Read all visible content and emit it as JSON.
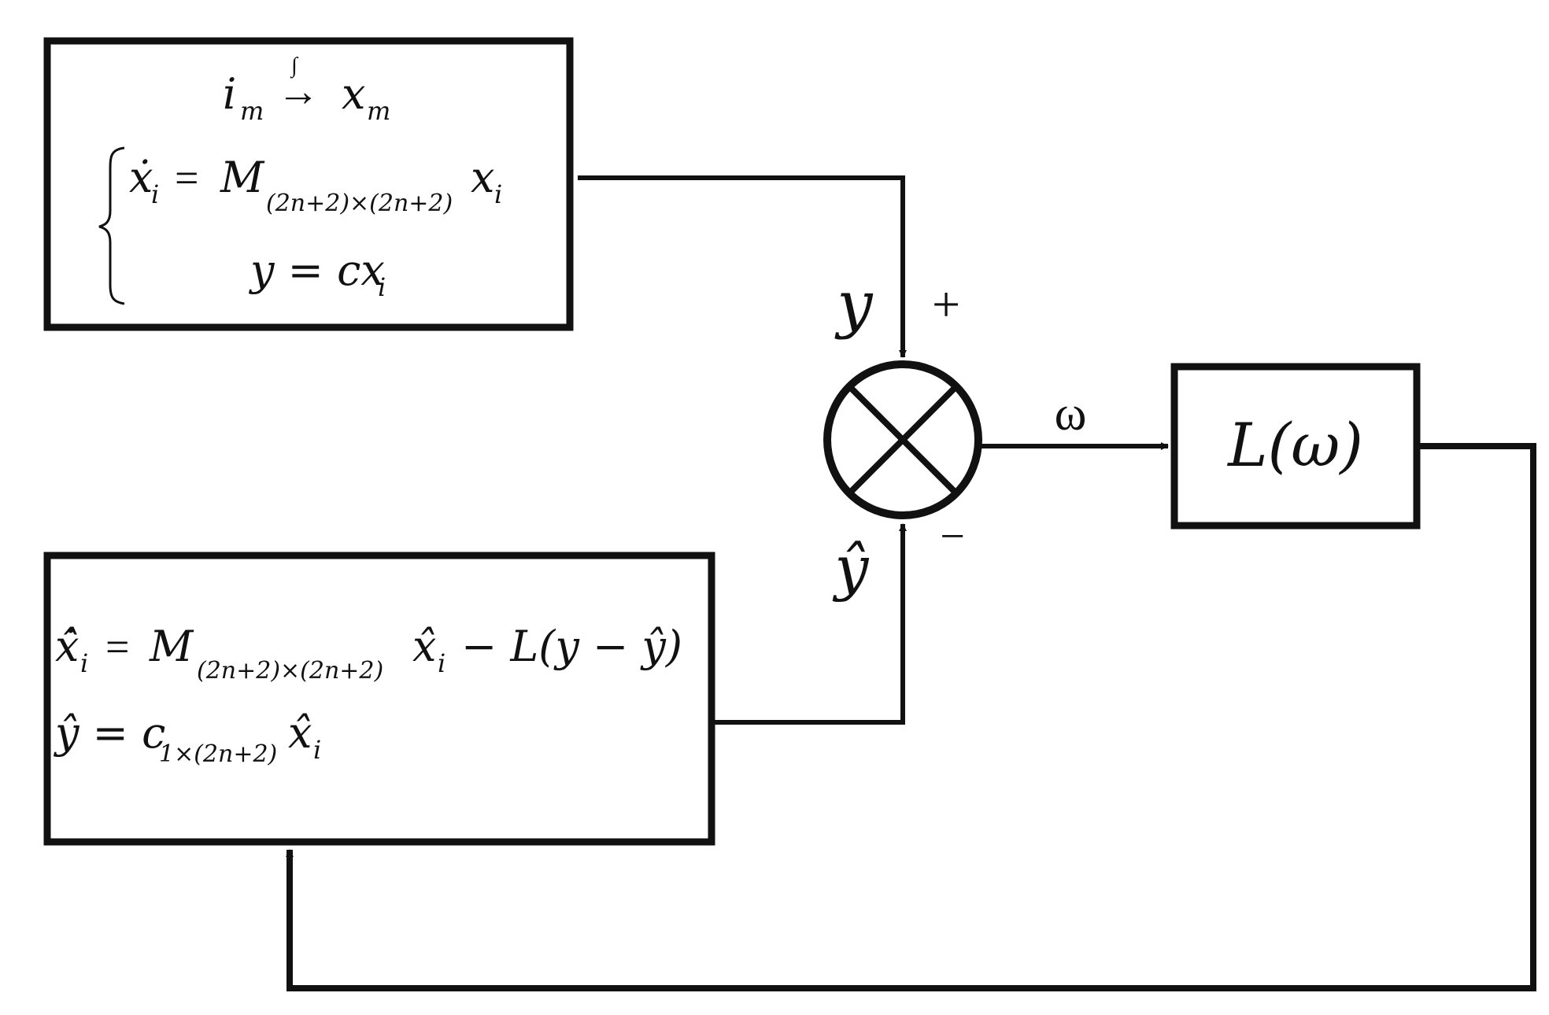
{
  "diagram": {
    "plant_block": {
      "integration_input": "i",
      "integration_input_sub": "m",
      "integration_symbol": "∫",
      "integration_arrow": "→",
      "integration_output": "x",
      "integration_output_sub": "m",
      "state_eq_lhs": "ẋ",
      "state_eq_lhs_sub": "i",
      "state_eq_equals": "=",
      "state_eq_matrix": "M",
      "state_eq_matrix_sub": "(2n+2)×(2n+2)",
      "state_eq_rhs": "x",
      "state_eq_rhs_sub": "i",
      "output_eq": "y = cx",
      "output_eq_sub": "i"
    },
    "observer_block": {
      "state_eq_lhs": "x̂̇",
      "state_eq_lhs_sub": "i",
      "state_eq_equals": "=",
      "state_eq_matrix": "M",
      "state_eq_matrix_sub": "(2n+2)×(2n+2)",
      "state_eq_state": "x̂",
      "state_eq_state_sub": "i",
      "state_eq_correction": "− L(y − ŷ)",
      "output_eq_lhs": "ŷ = c",
      "output_eq_sub": "1×(2n+2)",
      "output_eq_state": "x̂",
      "output_eq_state_sub": "i"
    },
    "gain_block": {
      "label": "L(ω)"
    },
    "summing_junction": {
      "plus_sign": "+",
      "minus_sign": "−"
    },
    "signals": {
      "plant_output": "y",
      "observer_output": "ŷ",
      "error": "ω"
    }
  }
}
